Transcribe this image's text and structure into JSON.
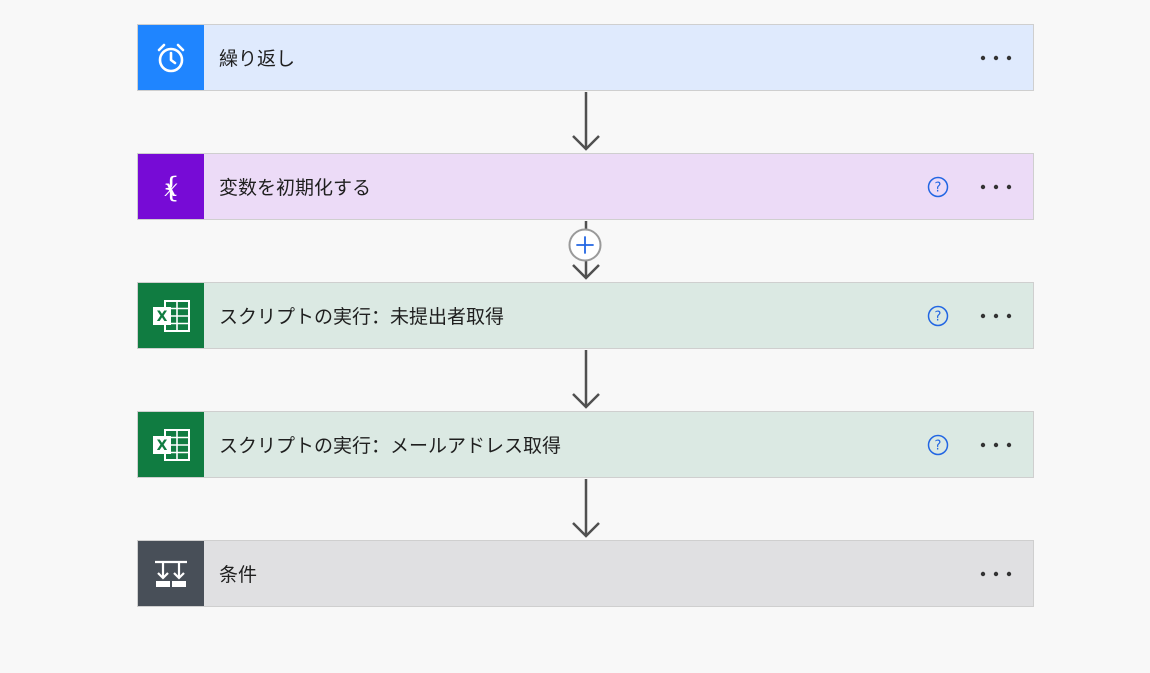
{
  "steps": [
    {
      "id": "recurrence",
      "title": "繰り返し",
      "icon": "alarm-clock-icon",
      "icon_bg": "#1f85ff",
      "card_bg": "#dfeafd",
      "has_help": false
    },
    {
      "id": "initialize-variable",
      "title": "変数を初期化する",
      "icon": "variable-braces-icon",
      "icon_bg": "#770bd6",
      "card_bg": "#ecdbf7",
      "has_help": true
    },
    {
      "id": "run-script-unsubmitted",
      "title": "スクリプトの実行：未提出者取得",
      "icon": "excel-icon",
      "icon_bg": "#107c41",
      "card_bg": "#dbe9e3",
      "has_help": true
    },
    {
      "id": "run-script-email",
      "title": "スクリプトの実行：メールアドレス取得",
      "icon": "excel-icon",
      "icon_bg": "#107c41",
      "card_bg": "#dbe9e3",
      "has_help": true
    },
    {
      "id": "condition",
      "title": "条件",
      "icon": "condition-icon",
      "icon_bg": "#484f58",
      "card_bg": "#e0e0e2",
      "has_help": false
    }
  ],
  "colors": {
    "background": "#f8f8f8",
    "arrow": "#505050",
    "help_icon": "#2266e3",
    "more_dots": "#333333"
  }
}
